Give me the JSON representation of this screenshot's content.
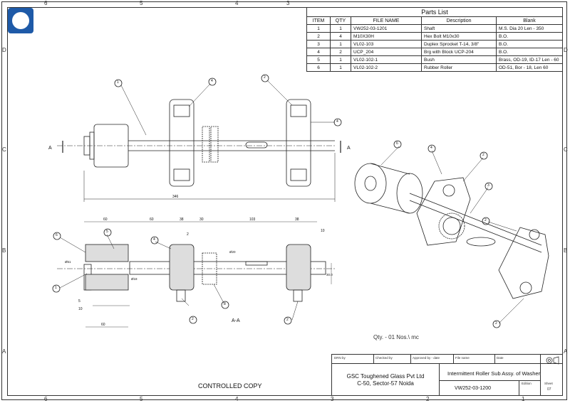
{
  "zones": {
    "top": [
      "6",
      "5",
      "4",
      "3"
    ],
    "bottom": [
      "6",
      "5",
      "4",
      "3",
      "2",
      "1"
    ],
    "left": [
      "D",
      "C",
      "B",
      "A"
    ],
    "right": [
      "D",
      "C",
      "B",
      "A"
    ]
  },
  "parts_list": {
    "title": "Parts List",
    "headers": [
      "ITEM",
      "QTY",
      "FILE NAME",
      "Description",
      "Blank"
    ],
    "rows": [
      [
        "1",
        "1",
        "VW252-03-1201",
        "Shaft",
        "M.S. Dia 20 Len - 350"
      ],
      [
        "2",
        "4",
        "M10X30H",
        "Hex Bolt M10x30",
        "B.O."
      ],
      [
        "3",
        "1",
        "VL02-103",
        "Duplex Sprocket T-14, 3/8\"",
        "B.O."
      ],
      [
        "4",
        "2",
        "UCP_204",
        "Brg with Block UCP-204",
        "B.O."
      ],
      [
        "5",
        "1",
        "VL02-102-1",
        "Bush",
        "Brass, OD-19, ID-17 Len - 60"
      ],
      [
        "6",
        "1",
        "VL02-102-2",
        "Rubber Roller",
        "OD-51, Bor - 18, Len 60"
      ]
    ]
  },
  "views": {
    "section_marker": "A",
    "section_label": "A-A",
    "dim_overall": "346",
    "dims_section": [
      "60",
      "60",
      "38",
      "30",
      "103",
      "38",
      "10",
      "2",
      "5",
      "10",
      "60"
    ],
    "dia_labels": [
      "Ø20",
      "Ø51",
      "Ø18",
      "30.0"
    ],
    "balloons_top": [
      "1",
      "4",
      "2",
      "4"
    ],
    "balloons_section": [
      "6",
      "5",
      "4",
      "1",
      "2",
      "3",
      "2"
    ],
    "balloons_iso": [
      "6",
      "4",
      "2",
      "3",
      "2",
      "2"
    ]
  },
  "qty_note": "Qty. - 01 Nos.\\ mc",
  "controlled_copy": "CONTROLLED COPY",
  "title_block": {
    "drn_by": "DRN by",
    "checked_by": "Checked by",
    "approved_by": "Approved by - date",
    "file_name_lbl": "File name",
    "date_lbl": "Date",
    "company_line1": "GSC Toughened Glass Pvt Ltd",
    "company_line2": "C-50, Sector-57 Noida",
    "drawing_title": "Intermittent Roller Sub Assy. of Washer",
    "drawing_no": "VW252-03-1200",
    "edition_lbl": "Edition",
    "sheet_lbl": "Sheet",
    "sheet_no": "07"
  }
}
